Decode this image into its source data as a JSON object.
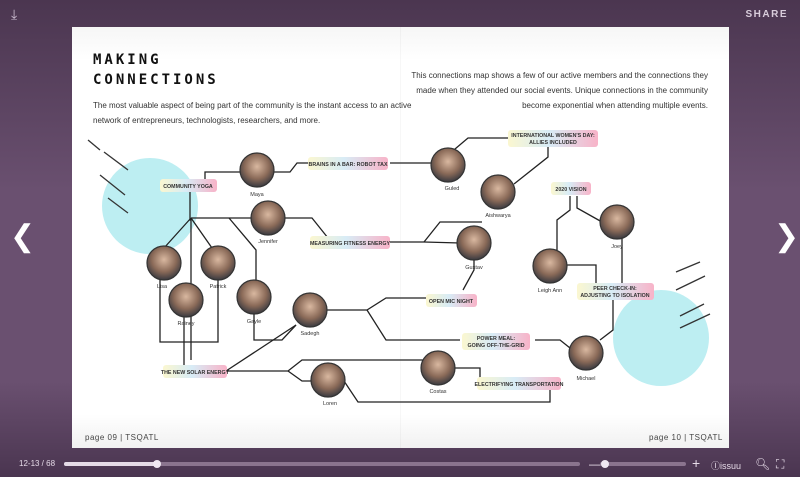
{
  "toolbar": {
    "download_icon": "download-icon",
    "share_label": "SHARE"
  },
  "left_page": {
    "title_line1": "MAKING",
    "title_line2": "CONNECTIONS",
    "lead": "The most valuable aspect of being part of the community is the instant access to an active network of entrepreneurs, technologists, researchers, and more.",
    "footer": "page 09 | TSQATL"
  },
  "right_page": {
    "lead": "This connections map shows a few of our active members and the connections they made when they attended our social events. Unique connections in the community become exponential when attending multiple events.",
    "footer": "page 10 | TSQATL"
  },
  "events": {
    "yoga": "COMMUNITY YOGA",
    "brains": "BRAINS IN A BAR: ROBOT TAX",
    "iwd1": "INTERNATIONAL WOMEN'S DAY:",
    "iwd2": "ALLIES INCLUDED",
    "fitness": "MEASURING FITNESS ENERGY",
    "vision": "2020 VISION",
    "peer1": "PEER CHECK-IN:",
    "peer2": "ADJUSTING TO ISOLATION",
    "openmic": "OPEN MIC NIGHT",
    "power1": "POWER MEAL:",
    "power2": "GOING OFF-THE-GRID",
    "solar": "THE NEW SOLAR ENERGY",
    "electric": "ELECTRIFYING TRANSPORTATION"
  },
  "members": {
    "maya": "Maya",
    "guled": "Guled",
    "aishwarya": "Aishwarya",
    "jennifer": "Jennifer",
    "gustav": "Gustav",
    "joey": "Joey",
    "leigh": "Leigh Ann",
    "lisa": "Lisa",
    "patrick": "Patrick",
    "rainey": "Rainey",
    "gayle": "Gayle",
    "sadegh": "Sadegh",
    "michael": "Michael",
    "costas": "Costas",
    "loren": "Loren"
  },
  "viewer": {
    "page_count": "12-13 / 68",
    "progress_percent": 18,
    "zoom_percent": 6,
    "brand": "issuu"
  }
}
